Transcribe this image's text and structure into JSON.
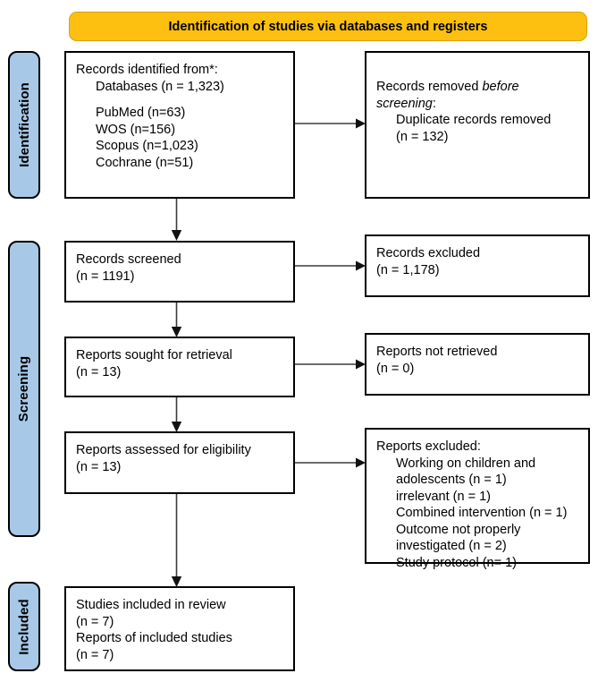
{
  "banner": {
    "title": "Identification of studies via databases and registers"
  },
  "stages": [
    {
      "name": "identification",
      "label": "Identification"
    },
    {
      "name": "screening",
      "label": "Screening"
    },
    {
      "name": "included",
      "label": "Included"
    }
  ],
  "boxes": {
    "records_identified": {
      "l1": "Records identified from*:",
      "l2": "Databases (n = 1,323)",
      "l3": "PubMed (n=63)",
      "l4": "WOS (n=156)",
      "l5": "Scopus (n=1,023)",
      "l6": "Cochrane (n=51)"
    },
    "records_removed": {
      "l1a": "Records removed ",
      "l1b": "before",
      "l2a": "screening",
      "l2b": ":",
      "l3": "Duplicate records removed",
      "l4": "(n = 132)"
    },
    "records_screened": {
      "l1": "Records screened",
      "l2": "(n = 1191)"
    },
    "records_excluded": {
      "l1": "Records excluded",
      "l2": "(n = 1,178)"
    },
    "reports_sought": {
      "l1": "Reports sought for retrieval",
      "l2": "(n = 13)"
    },
    "reports_not_retrieved": {
      "l1": "Reports not retrieved",
      "l2": "(n = 0)"
    },
    "reports_assessed": {
      "l1": "Reports assessed for eligibility",
      "l2": "(n = 13)"
    },
    "reports_excluded": {
      "l1": "Reports excluded:",
      "l2": "Working on children and",
      "l3": "adolescents (n = 1)",
      "l4": "irrelevant (n = 1)",
      "l5": "Combined intervention (n = 1)",
      "l6": "Outcome not properly",
      "l7": "investigated (n = 2)",
      "l8": "Study protocol (n= 1)"
    },
    "studies_included": {
      "l1": "Studies included in review",
      "l2": "(n = 7)",
      "l3": "Reports of included studies",
      "l4": "(n = 7)"
    }
  },
  "colors": {
    "banner_fill": "#fdc010",
    "stage_fill": "#a8c8e8",
    "box_border": "#000000",
    "connector": "#3b3b3b"
  }
}
